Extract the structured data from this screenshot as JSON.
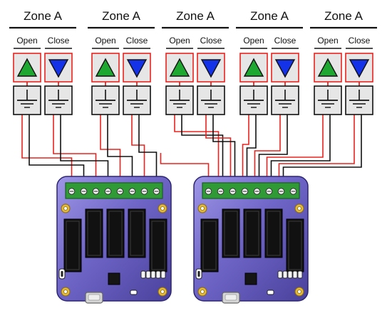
{
  "colors": {
    "wire_signal": "#e8231f",
    "wire_ground": "#111111",
    "open_arrow": "#1ea832",
    "close_arrow": "#1432e8",
    "switch_frame": "#e8231f",
    "switch_face": "#e6e6e6",
    "board": "#5c52b8",
    "terminal_block": "#2f9a36",
    "relay": "#111111",
    "mount_hole": "#e2b93a"
  },
  "zones": [
    {
      "title": "Zone A",
      "open_label": "Open",
      "close_label": "Close"
    },
    {
      "title": "Zone A",
      "open_label": "Open",
      "close_label": "Close"
    },
    {
      "title": "Zone A",
      "open_label": "Open",
      "close_label": "Close"
    },
    {
      "title": "Zone A",
      "open_label": "Open",
      "close_label": "Close"
    },
    {
      "title": "Zone A",
      "open_label": "Open",
      "close_label": "Close"
    }
  ],
  "boards": [
    {
      "terminals": 8,
      "relays": 4
    },
    {
      "terminals": 8,
      "relays": 4
    }
  ]
}
